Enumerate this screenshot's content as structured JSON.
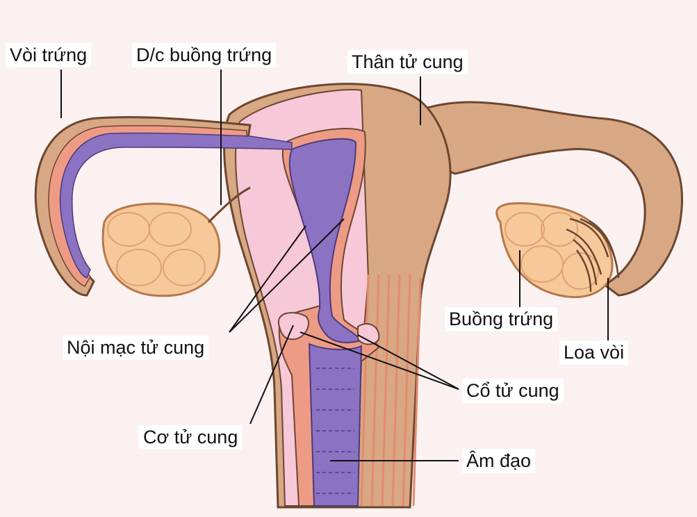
{
  "labels": {
    "oviduct": "Vòi trứng",
    "ovarian_ligament": "D/c buồng trứng",
    "uterus_body": "Thân tử cung",
    "ovary": "Buồng trứng",
    "fimbriae": "Loa vòi",
    "endometrium": "Nội mạc tử cung",
    "cervix": "Cổ tử cung",
    "myometrium": "Cơ tử cung",
    "vagina": "Âm đạo"
  },
  "colors": {
    "background": "#fbf1f1",
    "tissue_tan": "#d8a783",
    "tissue_outline": "#6b4630",
    "inner_pink": "#f6c8d8",
    "mucosa_pink": "#ee9b86",
    "cavity_purple": "#8b72c2",
    "ovary_orange": "#f7c89a",
    "muscle_stripe": "#e48a6e"
  }
}
